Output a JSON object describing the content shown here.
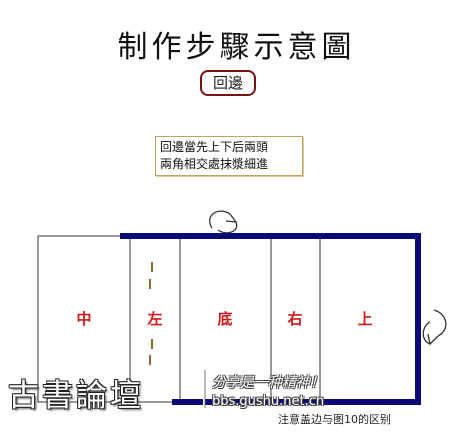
{
  "title": "制作步驟示意圖",
  "subtitle": "回邊",
  "note": {
    "line1": "回邊當先上下后兩頭",
    "line2": "兩角相交處抹漿細進"
  },
  "panels": [
    {
      "label": "中"
    },
    {
      "label": "左"
    },
    {
      "label": "底"
    },
    {
      "label": "右"
    },
    {
      "label": "上"
    }
  ],
  "watermark": {
    "name": "古書論壇",
    "slogan": "分享是一种精神！",
    "url": "bbs.gushu.net.cn"
  },
  "caption": "注意盖边与图10的区别",
  "colors": {
    "border_highlight": "#0a0a78",
    "panel_label": "#d01818",
    "subtitle_border": "#7a1010",
    "note_border": "#b8a464"
  },
  "icons": {
    "top_arrow": "curved-arrow-icon",
    "right_arrow": "curved-arrow-icon"
  }
}
